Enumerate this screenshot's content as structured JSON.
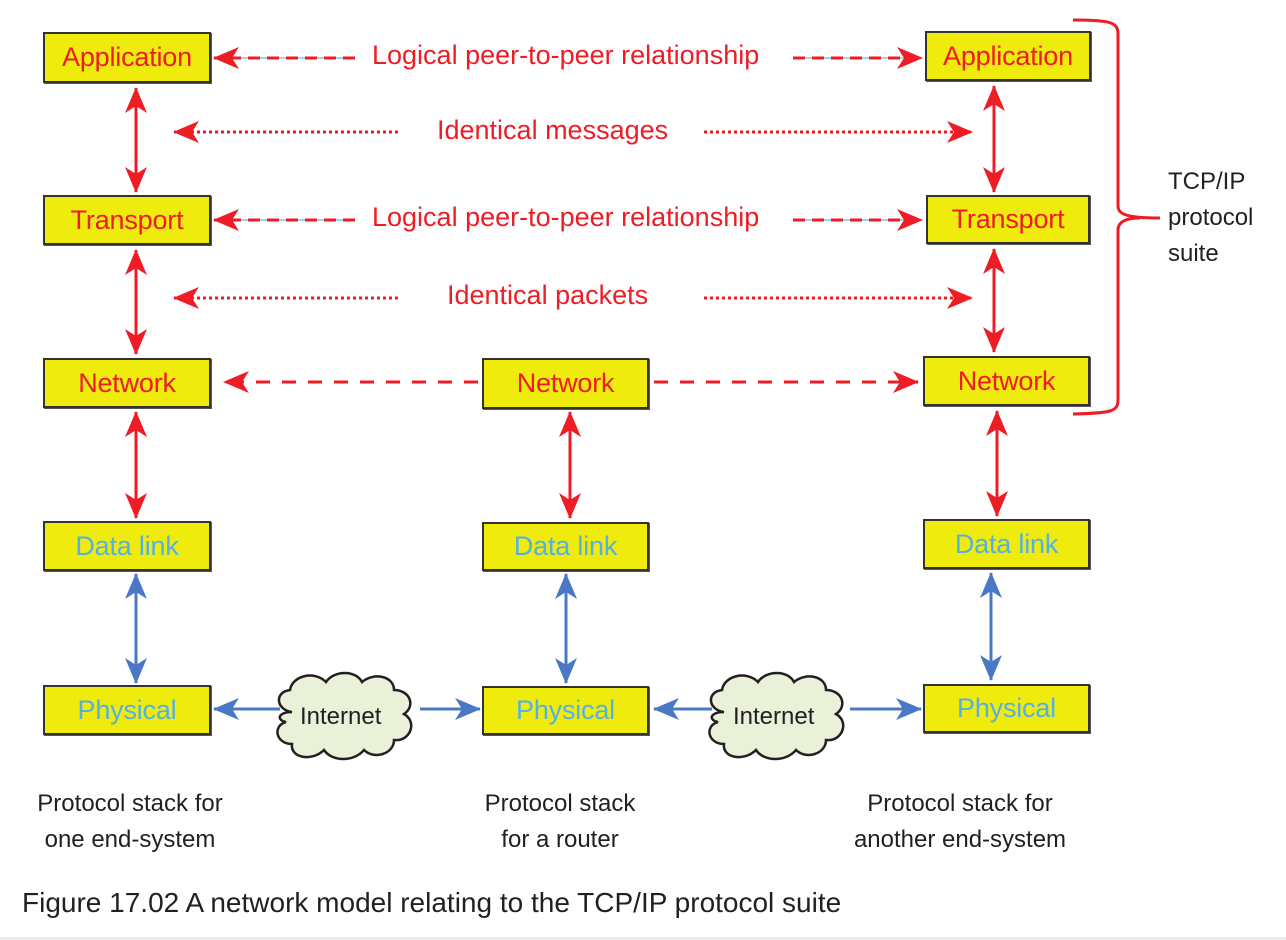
{
  "figure": {
    "caption": "Figure 17.02 A network model relating to the TCP/IP protocol suite"
  },
  "colors": {
    "box_fill": "#efeb0c",
    "upper_layer_text": "#ee1c24",
    "lower_layer_text": "#52b2e6",
    "upper_arrow": "#ee1c24",
    "lower_arrow": "#4a78c4",
    "cloud_fill": "#e9f2d8"
  },
  "stacks": {
    "left": {
      "layers": [
        "Application",
        "Transport",
        "Network",
        "Data link",
        "Physical"
      ],
      "caption_line1": "Protocol stack for",
      "caption_line2": "one end-system"
    },
    "router": {
      "layers": [
        "Network",
        "Data link",
        "Physical"
      ],
      "caption_line1": "Protocol stack",
      "caption_line2": "for a router"
    },
    "right": {
      "layers": [
        "Application",
        "Transport",
        "Network",
        "Data link",
        "Physical"
      ],
      "caption_line1": "Protocol stack for",
      "caption_line2": "another end-system"
    }
  },
  "relationships": {
    "application_peer": "Logical peer-to-peer relationship",
    "messages": "Identical messages",
    "transport_peer": "Logical peer-to-peer relationship",
    "packets": "Identical packets"
  },
  "clouds": [
    "Internet",
    "Internet"
  ],
  "suite_brace": {
    "line1": "TCP/IP",
    "line2": "protocol",
    "line3": "suite"
  }
}
